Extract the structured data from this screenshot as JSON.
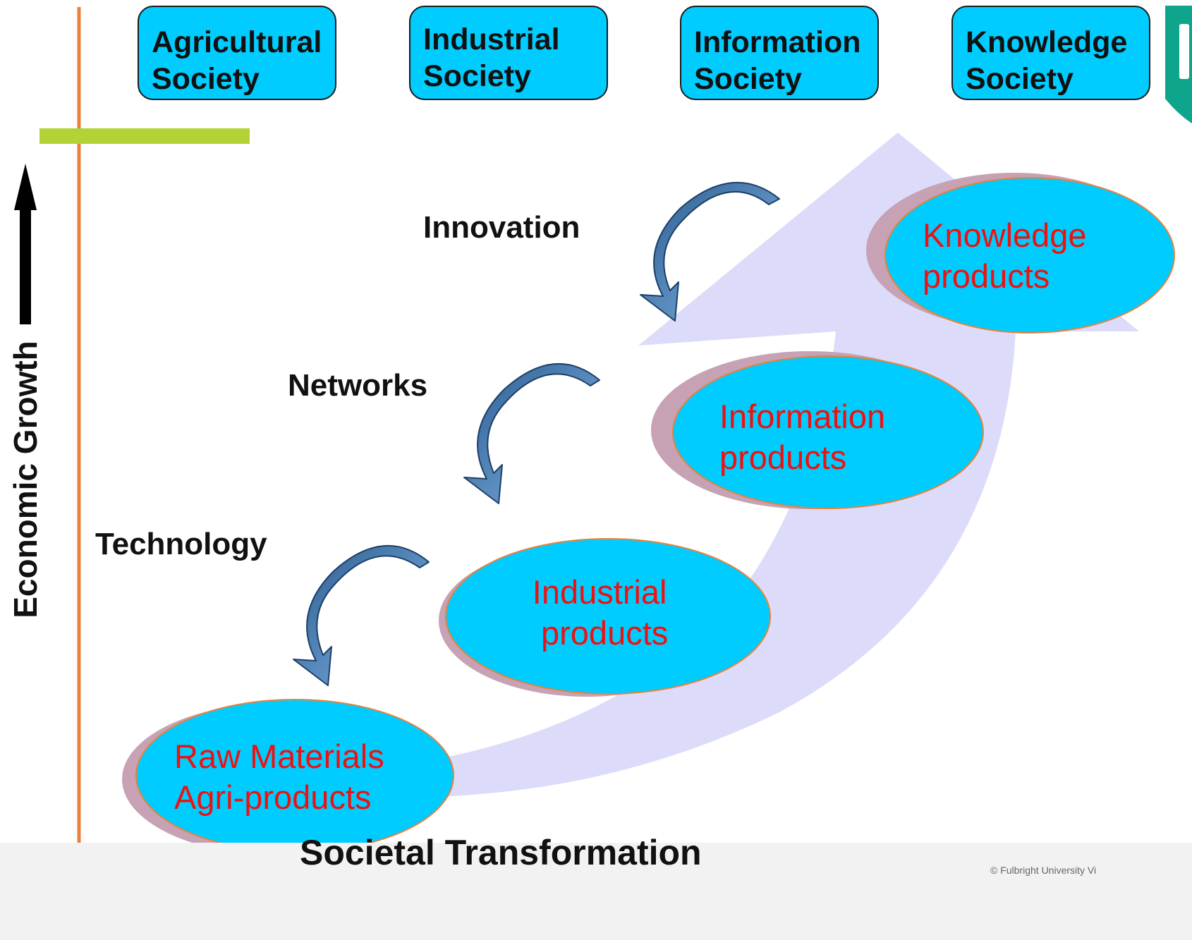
{
  "societies": [
    {
      "line1": "Agricultural",
      "line2": "Society"
    },
    {
      "line1": "Industrial",
      "line2": "Society"
    },
    {
      "line1": "Information",
      "line2": "Society"
    },
    {
      "line1": "Knowledge",
      "line2": "Society"
    }
  ],
  "drivers": {
    "innovation": "Innovation",
    "networks": "Networks",
    "technology": "Technology"
  },
  "products": [
    {
      "line1": "Raw Materials",
      "line2": "Agri-products"
    },
    {
      "line1": "Industrial",
      "line2": "products"
    },
    {
      "line1": "Information",
      "line2": "products"
    },
    {
      "line1": "Knowledge",
      "line2": "products"
    }
  ],
  "axes": {
    "y_label": "Economic Growth",
    "x_label": "Societal Transformation"
  },
  "footer": {
    "copyright": "© Fulbright University Vi"
  },
  "colors": {
    "box_fill": "#00ccff",
    "product_text": "#ee1111",
    "axis_line": "#e8823a",
    "accent_bar": "#b2d235",
    "growth_arrow": "#dcdcfa",
    "curved_arrow": "#5b93cc",
    "ellipse_shadow": "#c6a2b4",
    "logo": "#0fa58c"
  }
}
